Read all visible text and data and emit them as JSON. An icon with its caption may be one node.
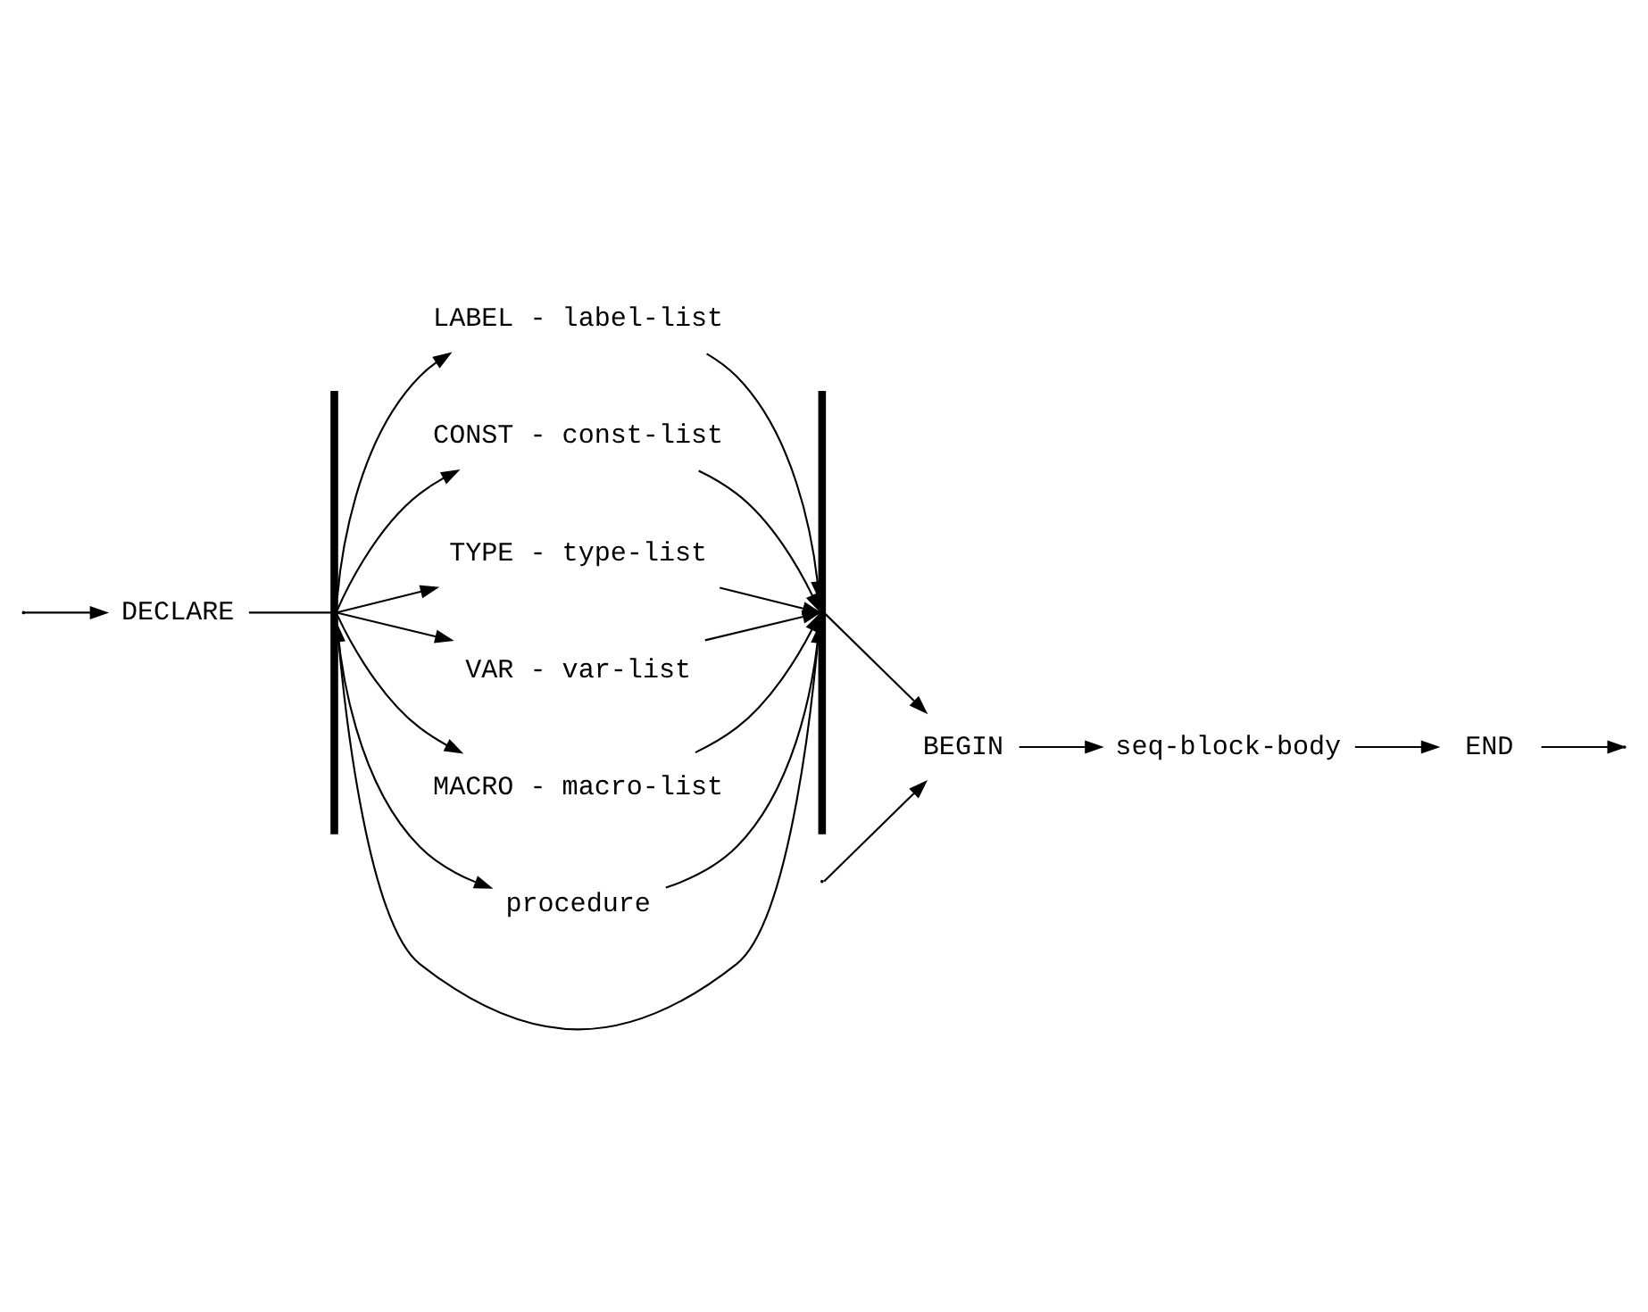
{
  "diagram": {
    "nodes": [
      {
        "text": [
          "BEGIN"
        ]
      },
      {
        "text": [
          "DECLARE"
        ]
      },
      {
        "text": [],
        "shape": "bar"
      },
      {
        "text": [],
        "shape": "bar"
      },
      {
        "text": [
          "LABEL - label-list"
        ]
      },
      {
        "text": [
          "CONST - const-list"
        ]
      },
      {
        "text": [
          "TYPE - type-list"
        ]
      },
      {
        "text": [
          "VAR - var-list"
        ]
      },
      {
        "text": [
          "MACRO - macro-list"
        ]
      },
      {
        "text": [
          "procedure"
        ]
      },
      {
        "text": [
          "seq-block-body"
        ]
      },
      {
        "text": [
          "END"
        ]
      }
    ],
    "edges": [
      {
        "from": null,
        "to": 0,
        "arrow": "to"
      },
      {
        "from": null,
        "to": 1,
        "arrow": "to"
      },
      {
        "from": 1,
        "to": 2,
        "arrow": "none"
      },
      {
        "from": 2,
        "to": 4,
        "arrow": "to"
      },
      {
        "from": 2,
        "to": 5,
        "arrow": "to"
      },
      {
        "from": 2,
        "to": 6,
        "arrow": "to"
      },
      {
        "from": 2,
        "to": 7,
        "arrow": "to"
      },
      {
        "from": 2,
        "to": 8,
        "arrow": "to"
      },
      {
        "from": 2,
        "to": 9,
        "arrow": "to"
      },
      {
        "from": 4,
        "to": 3,
        "arrow": "to"
      },
      {
        "from": 5,
        "to": 3,
        "arrow": "to"
      },
      {
        "from": 6,
        "to": 3,
        "arrow": "to"
      },
      {
        "from": 7,
        "to": 3,
        "arrow": "to"
      },
      {
        "from": 8,
        "to": 3,
        "arrow": "to"
      },
      {
        "from": 9,
        "to": 3,
        "arrow": "to"
      },
      {
        "from": 3,
        "to": 2,
        "arrow": "to"
      },
      {
        "from": 3,
        "to": 0,
        "arrow": "to"
      },
      {
        "from": 0,
        "to": 10,
        "arrow": "to"
      },
      {
        "from": 10,
        "to": 11,
        "arrow": "to"
      },
      {
        "from": 11,
        "to": null,
        "arrow": "to"
      }
    ]
  }
}
